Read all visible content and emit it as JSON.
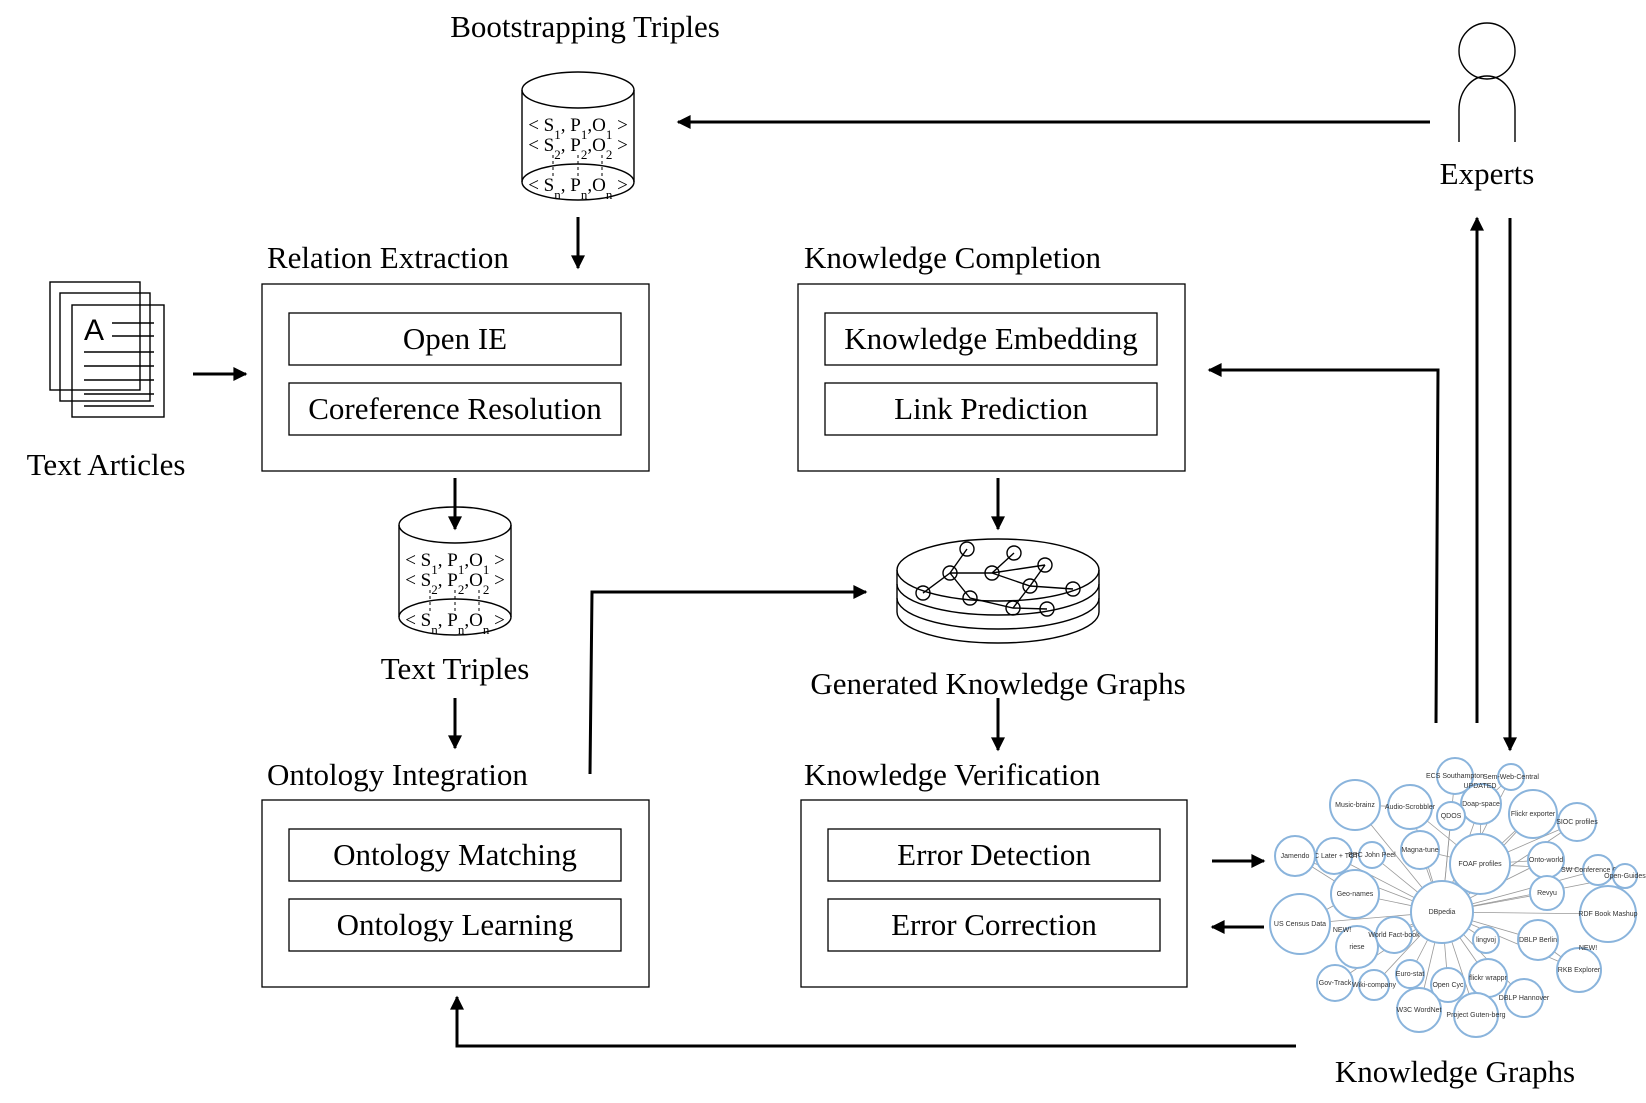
{
  "labels": {
    "bootstrapping_triples": "Bootstrapping Triples",
    "experts": "Experts",
    "text_articles": "Text Articles",
    "text_triples": "Text Triples",
    "generated_kg": "Generated Knowledge Graphs",
    "knowledge_graphs": "Knowledge Graphs"
  },
  "triples": {
    "row1": [
      "< S",
      "1",
      ", P",
      "1",
      ",O",
      "1",
      " >"
    ],
    "row2": [
      "< S",
      "2",
      ", P",
      "2",
      ",O",
      "2",
      " >"
    ],
    "rown": [
      "< S",
      "n",
      ", P",
      "n",
      ",O",
      "n",
      " >"
    ]
  },
  "article_letter": "A",
  "modules": {
    "relation_extraction": {
      "title": "Relation Extraction",
      "items": [
        "Open IE",
        "Coreference Resolution"
      ]
    },
    "knowledge_completion": {
      "title": "Knowledge Completion",
      "items": [
        "Knowledge Embedding",
        "Link Prediction"
      ]
    },
    "ontology_integration": {
      "title": "Ontology Integration",
      "items": [
        "Ontology Matching",
        "Ontology Learning"
      ]
    },
    "knowledge_verification": {
      "title": "Knowledge Verification",
      "items": [
        "Error Detection",
        "Error Correction"
      ]
    }
  },
  "lod_nodes": [
    "ECS Southampton",
    "Sem-Web-Central",
    "Doap-space",
    "Music-brainz",
    "Audio-Scrobbler",
    "QDOS",
    "Flickr exporter",
    "SIOC profiles",
    "BBC Later + TOTP",
    "BBC John Peel",
    "Magna-tune",
    "FOAF profiles",
    "Onto-world",
    "SW Conference Corpus",
    "Open-Guides",
    "Jamendo",
    "Geo-names",
    "Revyu",
    "DBpedia",
    "RDF Book Mashup",
    "US Census Data",
    "riese",
    "World Fact-book",
    "lingvoj",
    "DBLP Berlin",
    "RKB Explorer",
    "Gov-Track",
    "Wiki-company",
    "Euro-stat",
    "Open Cyc",
    "flickr wrappr",
    "DBLP Hannover",
    "W3C WordNet",
    "Project Guten-berg"
  ],
  "lod_badges": [
    "UPDATED",
    "NEW!",
    "NEW!"
  ]
}
